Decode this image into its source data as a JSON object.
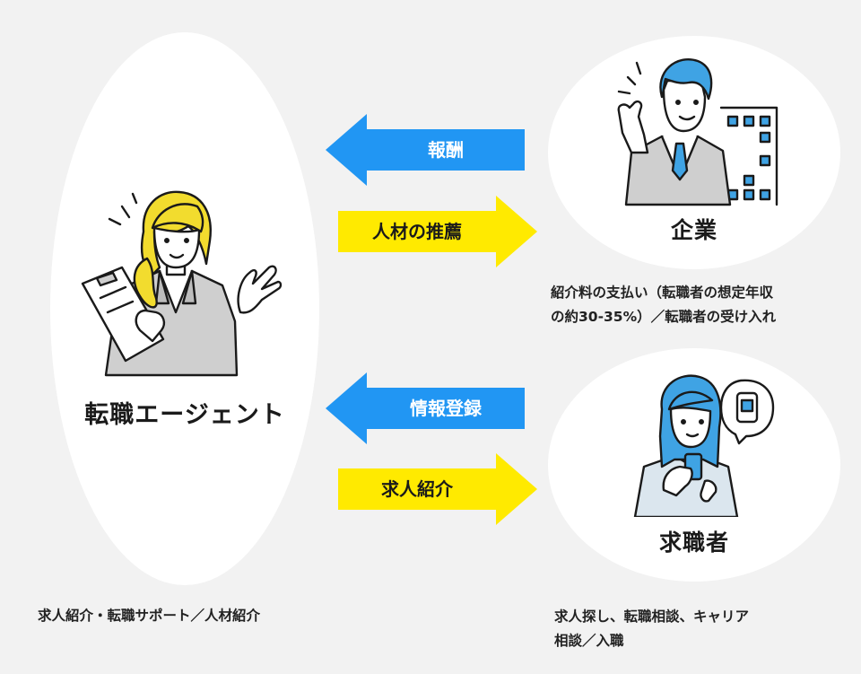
{
  "colors": {
    "background": "#f2f2f2",
    "circle": "#ffffff",
    "blue_arrow": "#2196f3",
    "yellow_arrow": "#ffea00",
    "accent_yellow": "#f2dc2e",
    "accent_blue": "#3fa3e4"
  },
  "icons": {
    "agent": "female-agent-clipboard-icon",
    "company": "businessman-building-icon",
    "seeker": "jobseeker-smartphone-icon"
  },
  "agent": {
    "label": "転職エージェント",
    "description": "求人紹介・転職サポート／人材紹介"
  },
  "company": {
    "label": "企業",
    "description_line1": "紹介料の支払い（転職者の想定年収",
    "description_line2": "の約30-35%）／転職者の受け入れ"
  },
  "seeker": {
    "label": "求職者",
    "description_line1": "求人探し、転職相談、キャリア",
    "description_line2": "相談／入職"
  },
  "arrows": {
    "fee": "報酬",
    "recommend": "人材の推薦",
    "register": "情報登録",
    "job_offer": "求人紹介"
  }
}
